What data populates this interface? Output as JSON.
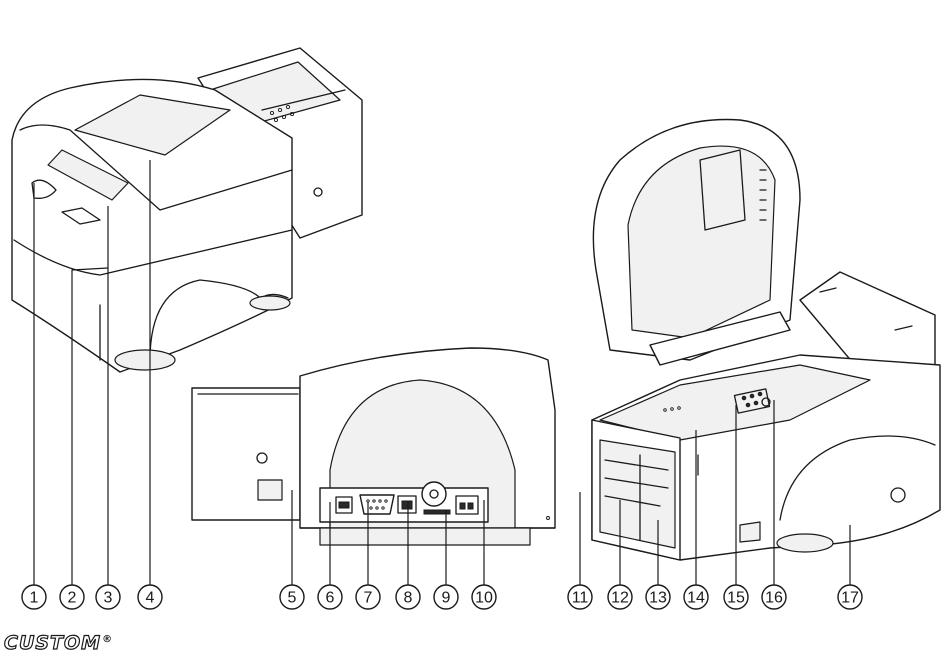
{
  "figure": {
    "callouts": [
      "1",
      "2",
      "3",
      "4",
      "5",
      "6",
      "7",
      "8",
      "9",
      "10",
      "11",
      "12",
      "13",
      "14",
      "15",
      "16",
      "17"
    ]
  },
  "brand": {
    "logo_text": "CUSTOM",
    "registered_mark": "®"
  }
}
